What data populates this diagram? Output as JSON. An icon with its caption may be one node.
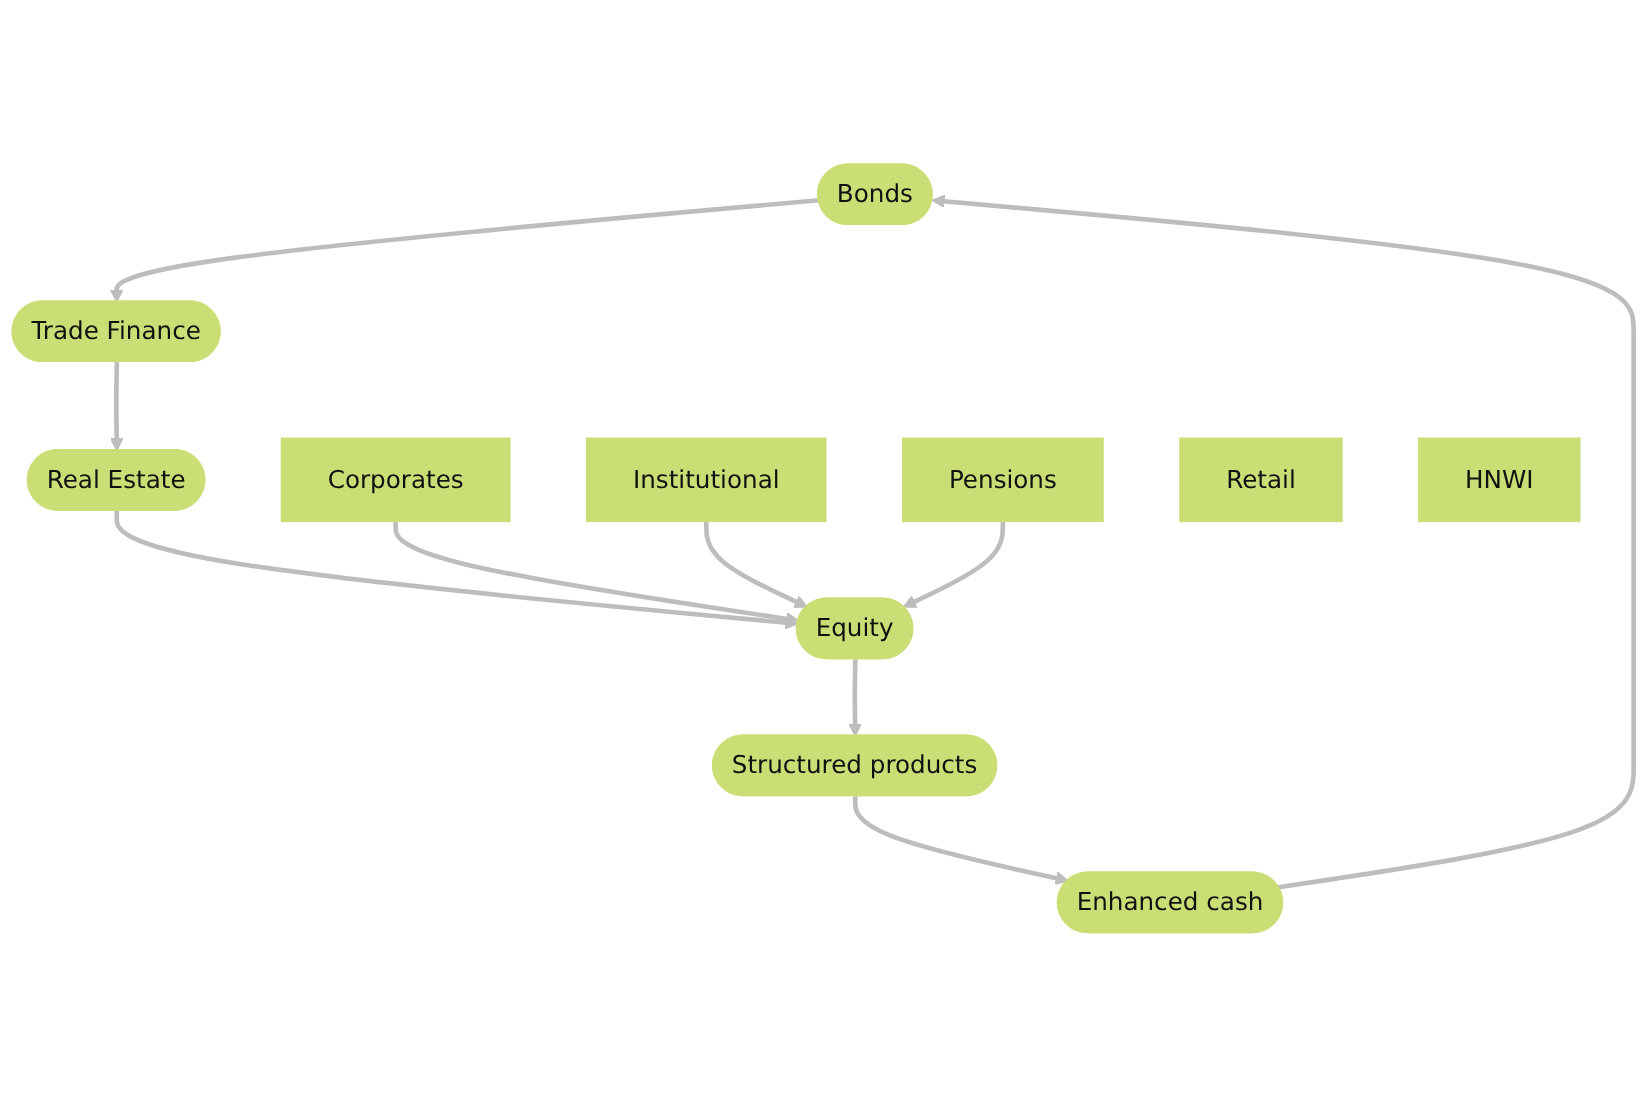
{
  "diagram": {
    "nodes": [
      {
        "text": [
          "Bonds"
        ]
      },
      {
        "text": [
          "Trade Finance"
        ]
      },
      {
        "text": [
          "Real Estate"
        ]
      },
      {
        "text": [
          "Equity"
        ]
      },
      {
        "text": [
          "Structured products"
        ]
      },
      {
        "text": [
          "Enhanced cash"
        ]
      },
      {
        "text": [
          "Retail"
        ]
      },
      {
        "text": [
          "Corporates"
        ]
      },
      {
        "text": [
          "Institutional"
        ]
      },
      {
        "text": [
          "Pensions"
        ]
      },
      {
        "text": [
          "HNWI"
        ]
      }
    ],
    "edges": [
      {
        "from": 0,
        "to": 1,
        "arrow": "to"
      },
      {
        "from": 1,
        "to": 2,
        "arrow": "to"
      },
      {
        "from": 2,
        "to": 3,
        "arrow": "to"
      },
      {
        "from": 3,
        "to": 4,
        "arrow": "to"
      },
      {
        "from": 4,
        "to": 5,
        "arrow": "to"
      },
      {
        "from": 5,
        "to": 0,
        "arrow": "to"
      },
      {
        "from": 7,
        "to": 3,
        "arrow": "to"
      },
      {
        "from": 8,
        "to": 3,
        "arrow": "to"
      },
      {
        "from": 9,
        "to": 3,
        "arrow": "to"
      }
    ]
  }
}
